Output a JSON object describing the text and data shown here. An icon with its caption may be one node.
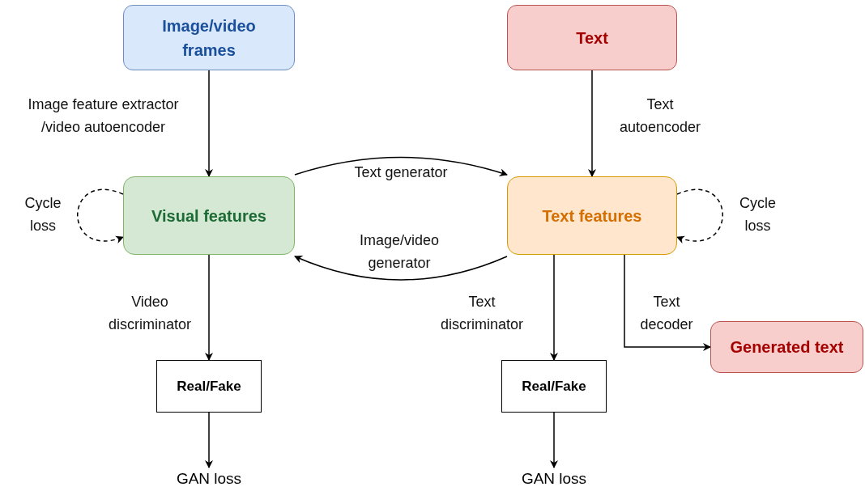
{
  "diagram": {
    "nodes": [
      {
        "text": [
          "Image/video frames"
        ]
      },
      {
        "text": [
          "Text"
        ]
      },
      {
        "text": [
          "Visual features"
        ]
      },
      {
        "text": [
          "Text features"
        ]
      },
      {
        "text": [
          "Generated text"
        ]
      },
      {
        "text": [
          "Real/Fake"
        ]
      },
      {
        "text": [
          "Real/Fake"
        ]
      },
      {
        "text": [
          "GAN loss"
        ]
      },
      {
        "text": [
          "GAN loss"
        ]
      }
    ],
    "edges": [
      {
        "from": 0,
        "to": 2,
        "arrow": "to",
        "label": "Image feature extractor /video autoencoder"
      },
      {
        "from": 1,
        "to": 3,
        "arrow": "to",
        "label": "Text autoencoder"
      },
      {
        "from": 2,
        "to": 3,
        "arrow": "to",
        "label": "Text generator"
      },
      {
        "from": 3,
        "to": 2,
        "arrow": "to",
        "label": "Image/video generator"
      },
      {
        "from": 2,
        "to": 2,
        "arrow": "to",
        "label": "Cycle loss",
        "style": "dashed"
      },
      {
        "from": 3,
        "to": 3,
        "arrow": "to",
        "label": "Cycle loss",
        "style": "dashed"
      },
      {
        "from": 2,
        "to": 5,
        "arrow": "to",
        "label": "Video discriminator"
      },
      {
        "from": 3,
        "to": 6,
        "arrow": "to",
        "label": "Text discriminator"
      },
      {
        "from": 3,
        "to": 4,
        "arrow": "to",
        "label": "Text decoder"
      },
      {
        "from": 5,
        "to": 7,
        "arrow": "to"
      },
      {
        "from": 6,
        "to": 8,
        "arrow": "to"
      }
    ]
  }
}
